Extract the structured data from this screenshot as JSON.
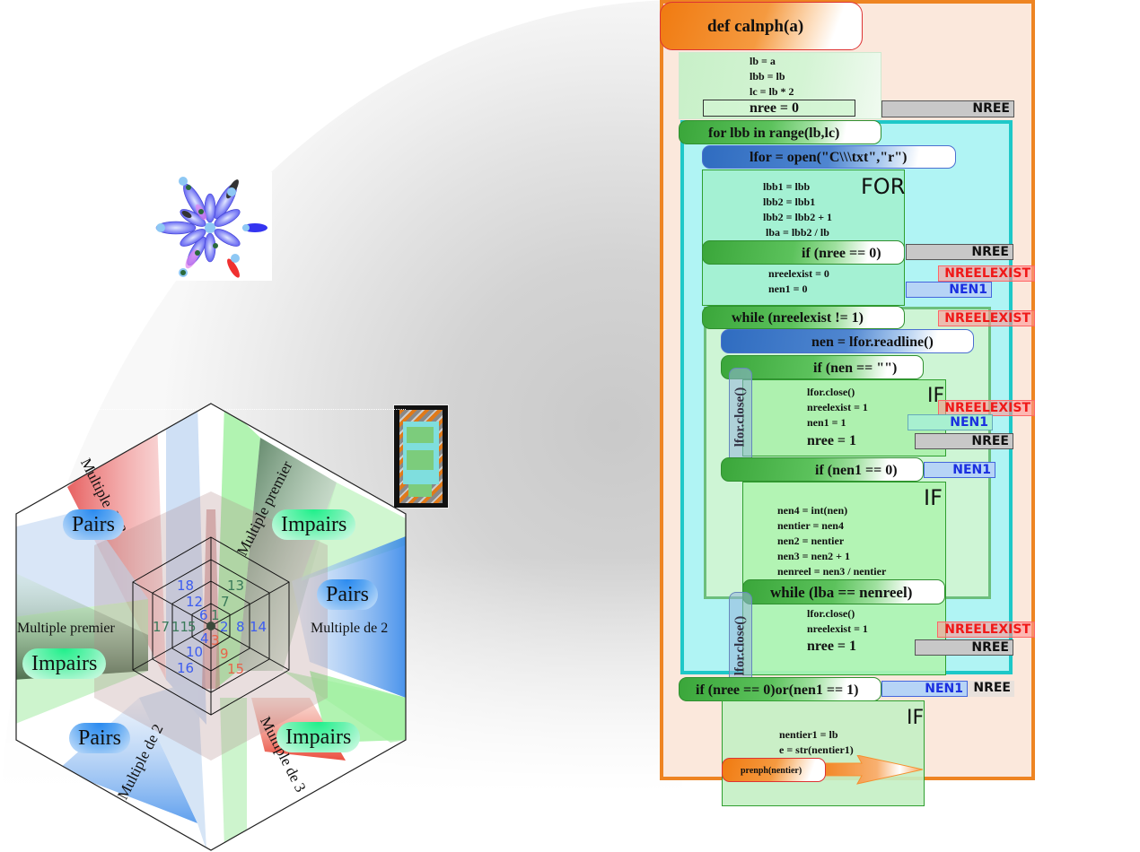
{
  "flowchart": {
    "function_header": "def calnph(a)",
    "init_lines": [
      "lb = a",
      "lbb = lb",
      "lc = lb * 2"
    ],
    "init_nree": "nree = 0",
    "for_header": "for lbb in range(lb,lc)",
    "open_line": "lfor = open(\"C\\\\\\txt\",\"r\")",
    "for_label": "FOR",
    "for_lines": [
      "lbb1 = lbb",
      "lbb2 = lbb1",
      "lbb2 = lbb2 + 1",
      "lba = lbb2 / lb"
    ],
    "if_nree_header": "if (nree == 0)",
    "if_nree_lines": [
      "nreelexist = 0",
      "nen1 = 0"
    ],
    "while_header": "while (nreelexist != 1)",
    "readline": "nen = lfor.readline()",
    "if_nen_empty_header": "if (nen == \"\")",
    "if_label": "IF",
    "if_nen_empty_lines": [
      "lfor.close()",
      "nreelexist = 1",
      "nen1 = 1"
    ],
    "if_nen_empty_nree": "nree = 1",
    "side_close_label": "lfor.close()",
    "if_nen1_header": "if (nen1 == 0)",
    "if_nen1_lines": [
      "nen4 = int(nen)",
      "nentier = nen4",
      "nen2 = nentier",
      "nen3 = nen2 + 1",
      "nenreel = nen3 / nentier"
    ],
    "while_lba_header": "while (lba == nenreel)",
    "while_lba_lines": [
      "lfor.close()",
      "nreelexist = 1"
    ],
    "while_lba_nree": "nree = 1",
    "final_if_header": "if (nree == 0)or(nen1 == 1)",
    "final_if_lines": [
      "nentier1 = lb",
      "e = str(nentier1)"
    ],
    "call_label": "prenph(nentier)",
    "var_tags": {
      "nree": "NREE",
      "nreelexist": "NREELEXIST",
      "nen1": "NEN1"
    }
  },
  "hexagon": {
    "sector_labels": {
      "multiple_de_3": "Multiple de 3",
      "multiple_premier": "Multiple premier",
      "multiple_de_2": "Multiple de 2"
    },
    "pills": {
      "pairs": "Pairs",
      "impairs": "Impairs"
    },
    "numbers": {
      "blue": [
        "18",
        "12",
        "6",
        "2",
        "8",
        "14",
        "4",
        "10",
        "16"
      ],
      "green": [
        "13",
        "7",
        "1",
        "17",
        "11",
        "5"
      ],
      "red": [
        "3",
        "9",
        "15"
      ]
    }
  },
  "colors": {
    "orange_frame": "#ee8422",
    "cyan_frame": "#1ec8c8",
    "green_header": "#3aa63a",
    "blue_header": "#2f6cc0",
    "tag_red": "#f01818",
    "tag_blue": "#1a2ee0"
  }
}
